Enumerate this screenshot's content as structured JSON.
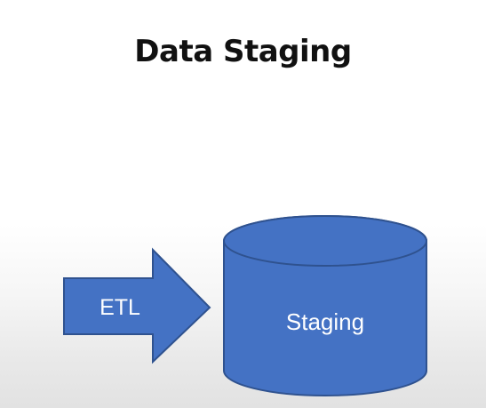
{
  "slide": {
    "title": "Data Staging"
  },
  "diagram": {
    "arrow_label": "ETL",
    "cylinder_label": "Staging"
  },
  "colors": {
    "shape_fill": "#4472C4",
    "shape_stroke": "#2F528F",
    "label_text": "#FFFFFF",
    "title_text": "#111111"
  }
}
